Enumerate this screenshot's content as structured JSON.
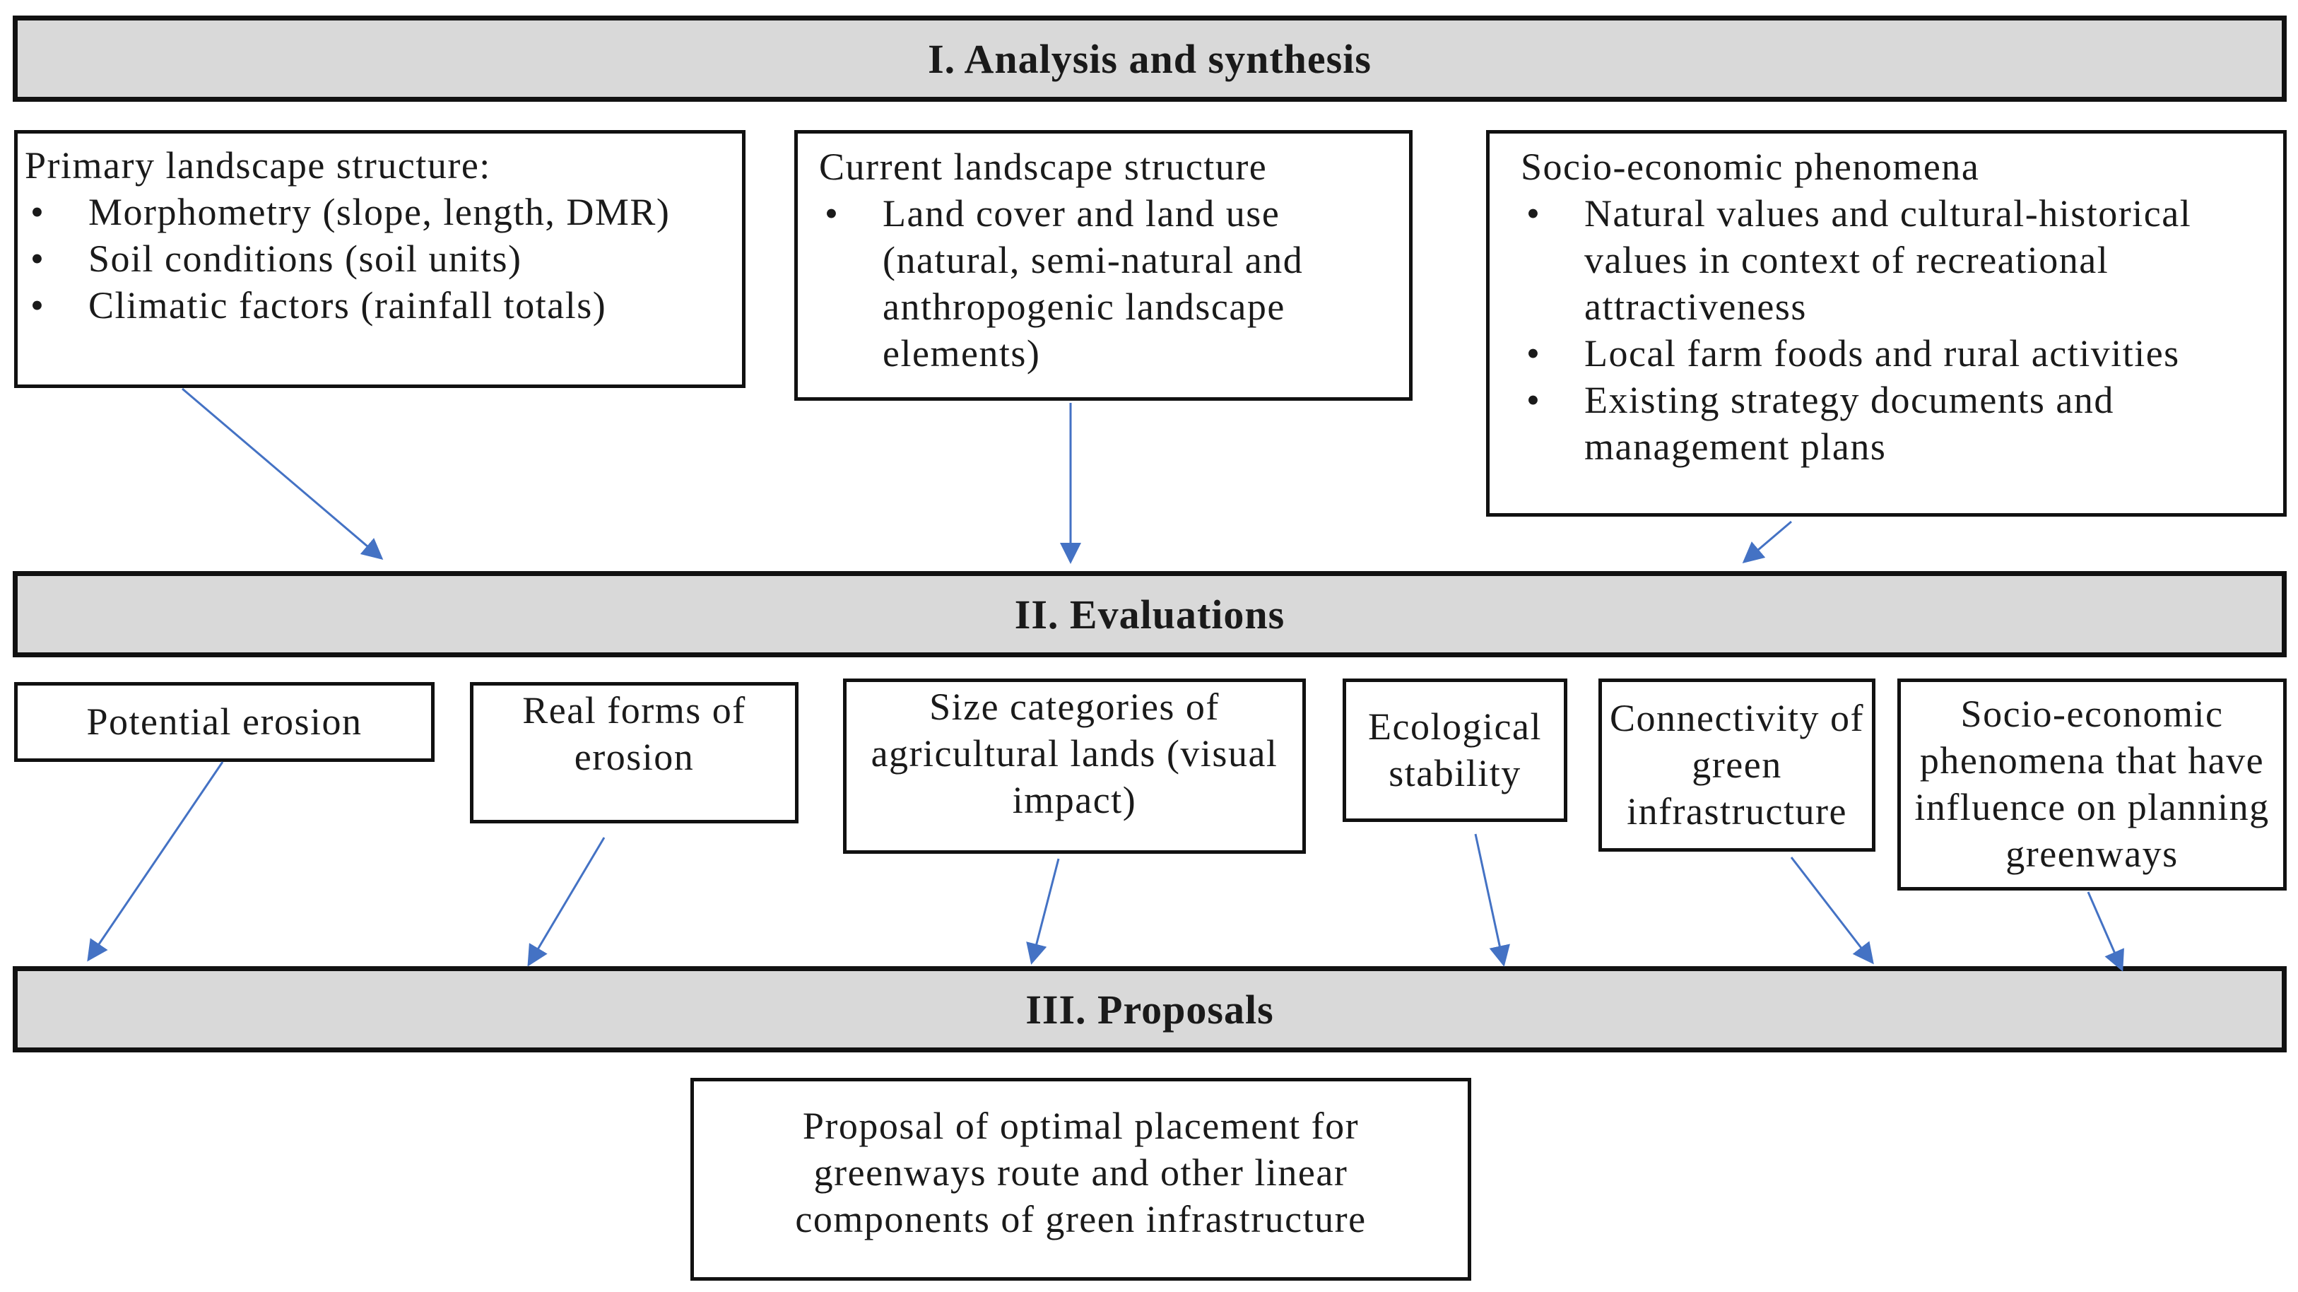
{
  "colors": {
    "band_fill": "#d9d9d9",
    "border": "#111111",
    "arrow": "#4472c4"
  },
  "stages": {
    "analysis": "I. Analysis and synthesis",
    "evaluations": "II. Evaluations",
    "proposals": "III. Proposals"
  },
  "analysis_inputs": {
    "primary": {
      "heading": "Primary landscape structure:",
      "items": [
        "Morphometry (slope, length, DMR)",
        "Soil conditions (soil units)",
        "Climatic factors (rainfall totals)"
      ]
    },
    "current": {
      "heading": "Current landscape structure",
      "items": [
        "Land cover and land use (natural, semi-natural and anthropogenic landscape elements)"
      ]
    },
    "socio": {
      "heading": "Socio-economic phenomena",
      "items": [
        "Natural values and cultural-historical values in context of recreational attractiveness",
        "Local farm foods and rural activities",
        "Existing strategy documents and management plans"
      ]
    }
  },
  "evaluation_items": [
    "Potential erosion",
    "Real forms of erosion",
    "Size categories of agricultural lands (visual impact)",
    "Ecological stability",
    "Connectivity of green infrastructure",
    "Socio-economic phenomena that have influence on planning greenways"
  ],
  "proposal_output": "Proposal of optimal placement for greenways route and other linear components of green infrastructure"
}
